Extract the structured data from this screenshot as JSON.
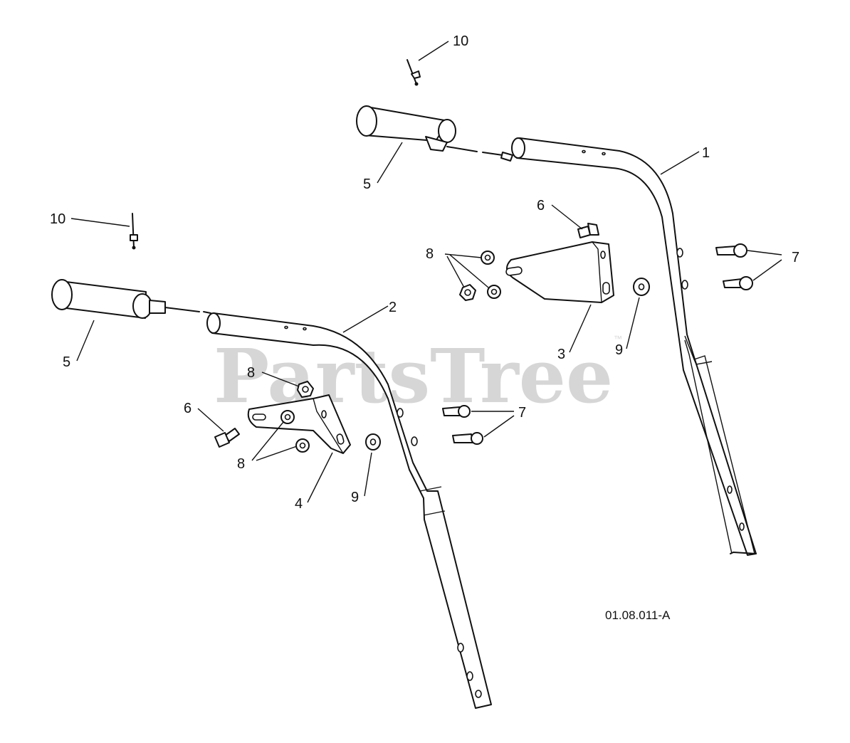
{
  "watermark": {
    "text": "PartsTree",
    "trademark": "™"
  },
  "drawing_code": "01.08.011-A",
  "callouts": [
    {
      "id": "c1",
      "label": "1"
    },
    {
      "id": "c2",
      "label": "2"
    },
    {
      "id": "c3",
      "label": "3"
    },
    {
      "id": "c4",
      "label": "4"
    },
    {
      "id": "c5a",
      "label": "5"
    },
    {
      "id": "c5b",
      "label": "5"
    },
    {
      "id": "c6a",
      "label": "6"
    },
    {
      "id": "c6b",
      "label": "6"
    },
    {
      "id": "c7a",
      "label": "7"
    },
    {
      "id": "c7b",
      "label": "7"
    },
    {
      "id": "c8a",
      "label": "8"
    },
    {
      "id": "c8b",
      "label": "8"
    },
    {
      "id": "c8c",
      "label": "8"
    },
    {
      "id": "c9a",
      "label": "9"
    },
    {
      "id": "c9b",
      "label": "9"
    },
    {
      "id": "c10a",
      "label": "10"
    },
    {
      "id": "c10b",
      "label": "10"
    }
  ]
}
